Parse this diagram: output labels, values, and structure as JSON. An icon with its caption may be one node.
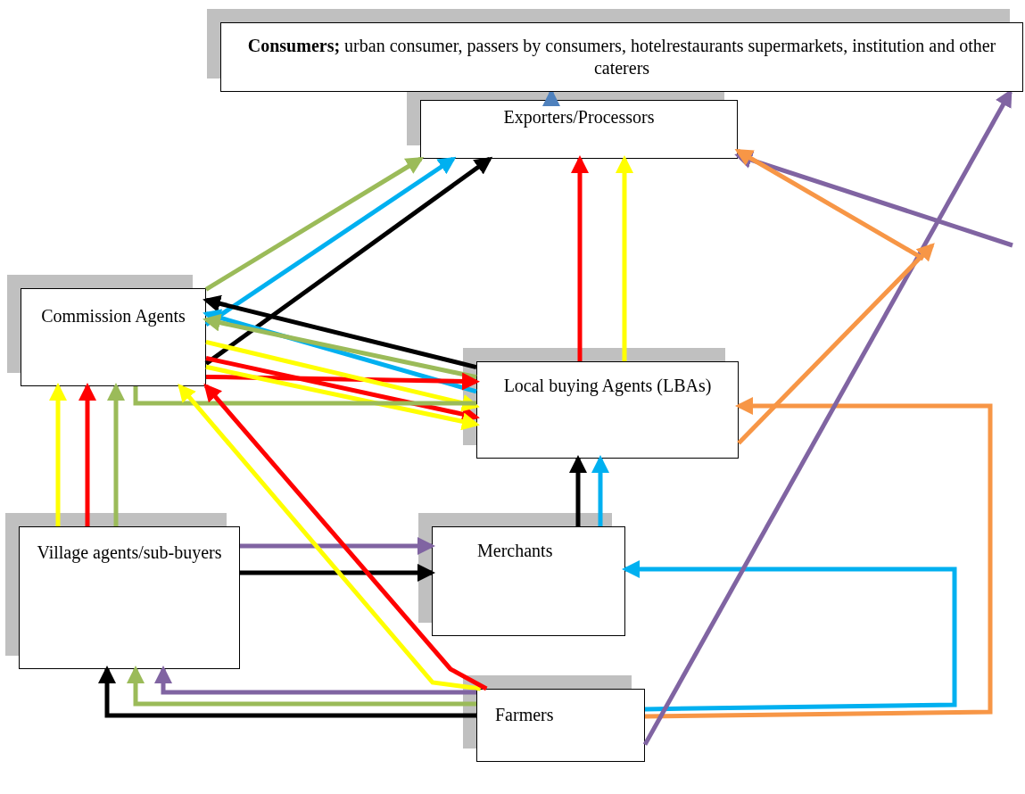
{
  "diagram": {
    "nodes": [
      {
        "text": [
          "**Consumers;** urban consumer, passers by consumers, hotelrestaurants supermarkets, institution and other caterers"
        ]
      },
      {
        "text": [
          "Exporters/Processors"
        ]
      },
      {
        "text": [
          "Commission Agents"
        ]
      },
      {
        "text": [
          "Local buying Agents (LBAs)"
        ]
      },
      {
        "text": [
          "Village agents/sub-buyers"
        ]
      },
      {
        "text": [
          "Merchants"
        ]
      },
      {
        "text": [
          "Farmers"
        ]
      }
    ],
    "edges": [
      {
        "from": 1,
        "to": 0,
        "arrow": "to",
        "color": "#4f81bd"
      },
      {
        "from": 2,
        "to": 1,
        "arrow": "to",
        "color": "#9bbb59"
      },
      {
        "from": 2,
        "to": 1,
        "arrow": "to",
        "color": "#00b0f0"
      },
      {
        "from": 2,
        "to": 1,
        "arrow": "to",
        "color": "#000000"
      },
      {
        "from": 3,
        "to": 2,
        "arrow": "to",
        "color": "#000000"
      },
      {
        "from": 3,
        "to": 2,
        "arrow": "to",
        "color": "#00b0f0"
      },
      {
        "from": 3,
        "to": 2,
        "arrow": "to",
        "color": "#9bbb59"
      },
      {
        "from": 2,
        "to": 3,
        "arrow": "to",
        "color": "#ff0000"
      },
      {
        "from": 2,
        "to": 3,
        "arrow": "to",
        "color": "#ff0000"
      },
      {
        "from": 2,
        "to": 3,
        "arrow": "to",
        "color": "#ffff00"
      },
      {
        "from": 2,
        "to": 3,
        "arrow": "to",
        "color": "#ffff00"
      },
      {
        "from": 3,
        "to": 1,
        "arrow": "to",
        "color": "#ff0000"
      },
      {
        "from": 3,
        "to": 1,
        "arrow": "to",
        "color": "#ffff00"
      },
      {
        "from": 5,
        "to": 3,
        "arrow": "to",
        "color": "#000000"
      },
      {
        "from": 5,
        "to": 3,
        "arrow": "to",
        "color": "#00b0f0"
      },
      {
        "from": 4,
        "to": 2,
        "arrow": "to",
        "color": "#ffff00"
      },
      {
        "from": 4,
        "to": 2,
        "arrow": "to",
        "color": "#ff0000"
      },
      {
        "from": 4,
        "to": 2,
        "arrow": "to",
        "color": "#9bbb59"
      },
      {
        "from": 3,
        "to": 2,
        "arrow": "none",
        "color": "#9bbb59"
      },
      {
        "from": 4,
        "to": 5,
        "arrow": "to",
        "color": "#8064a2"
      },
      {
        "from": 4,
        "to": 5,
        "arrow": "to",
        "color": "#000000"
      },
      {
        "from": 6,
        "to": 2,
        "arrow": "to",
        "color": "#ffff00"
      },
      {
        "from": 6,
        "to": 2,
        "arrow": "to",
        "color": "#ff0000"
      },
      {
        "from": 6,
        "to": 4,
        "arrow": "to",
        "color": "#000000"
      },
      {
        "from": 6,
        "to": 4,
        "arrow": "to",
        "color": "#9bbb59"
      },
      {
        "from": 6,
        "to": 4,
        "arrow": "to",
        "color": "#8064a2"
      },
      {
        "from": 6,
        "to": 5,
        "arrow": "to",
        "color": "#00b0f0"
      },
      {
        "from": 6,
        "to": 3,
        "arrow": "to",
        "color": "#f79646"
      },
      {
        "from": 6,
        "to": 0,
        "arrow": "to",
        "color": "#8064a2"
      },
      {
        "from": null,
        "to": 1,
        "arrow": "to",
        "color": "#8064a2"
      },
      {
        "from": null,
        "to": 1,
        "arrow": "to",
        "color": "#f79646"
      },
      {
        "from": 3,
        "to": null,
        "arrow": "to",
        "color": "#f79646"
      }
    ]
  }
}
